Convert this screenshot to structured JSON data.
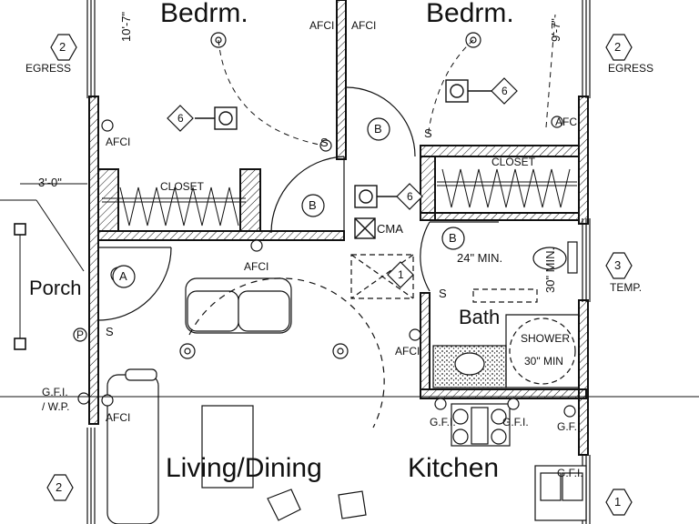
{
  "rooms": {
    "bedroom_left": "Bedrm.",
    "bedroom_right": "Bedrm.",
    "porch": "Porch",
    "bath": "Bath",
    "living_dining": "Living/Dining",
    "kitchen": "Kitchen"
  },
  "dimensions": {
    "bedroom_left_width": "10'-7\"",
    "bedroom_right_width": "9'-7\"",
    "porch_width": "3'-0\"",
    "toilet_clearance_front": "24\" MIN.",
    "toilet_clearance_side": "30\" MIN.",
    "shower_size": "30\" MIN"
  },
  "labels": {
    "closet_left": "CLOSET",
    "closet_right": "CLOSET",
    "shower": "SHOWER",
    "cma": "CMA",
    "afci": "AFCI",
    "gfi": "G.F.I.",
    "gfi_wp": "/ W.P.",
    "egress": "EGRESS",
    "temp": "TEMP.",
    "switch": "S",
    "phone": "P"
  },
  "tags": {
    "window_2": "2",
    "window_3": "3",
    "window_1": "1",
    "detector_6": "6",
    "fan_1": "1",
    "door_a": "A",
    "door_b": "B"
  }
}
